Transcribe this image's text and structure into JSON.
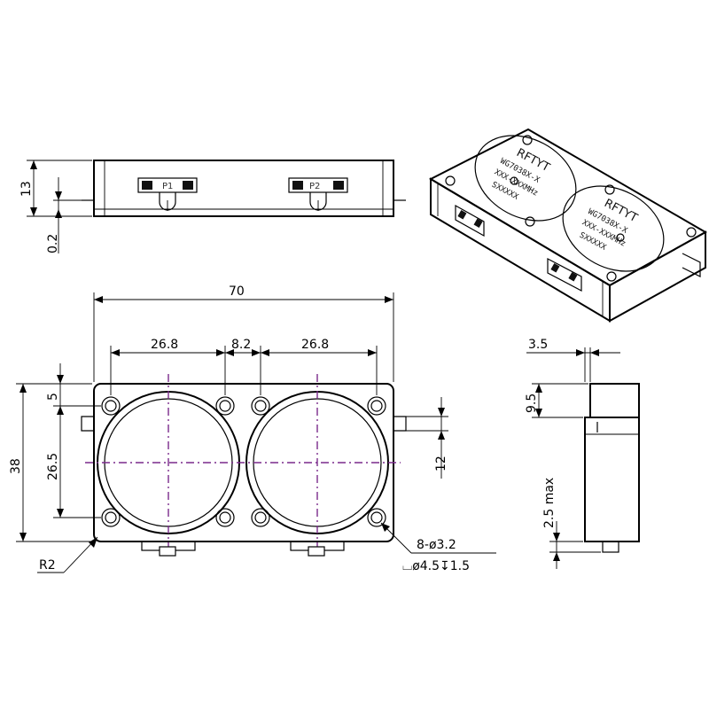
{
  "dimensions": {
    "side_height": "13",
    "side_offset": "0.2",
    "overall_length": "70",
    "hole_span_left": "26.8",
    "hole_center_gap": "8.2",
    "hole_span_right": "26.8",
    "overall_height": "38",
    "hole_edge_offset": "5",
    "hole_vertical_span": "26.5",
    "tab_height": "12",
    "corner_radius": "R2",
    "hole_callout": "8-ø3.2",
    "counterbore_callout": "⌴ø4.5↧1.5",
    "end_thickness": "3.5",
    "end_height": "9.5",
    "connector_protrusion": "2.5 max"
  },
  "label": {
    "brand": "RFTYT",
    "model": "WG7038X-X",
    "range": "XXX-XXXMHz",
    "serial": "SXXXXX"
  },
  "port_labels": [
    "P1",
    "P2"
  ]
}
